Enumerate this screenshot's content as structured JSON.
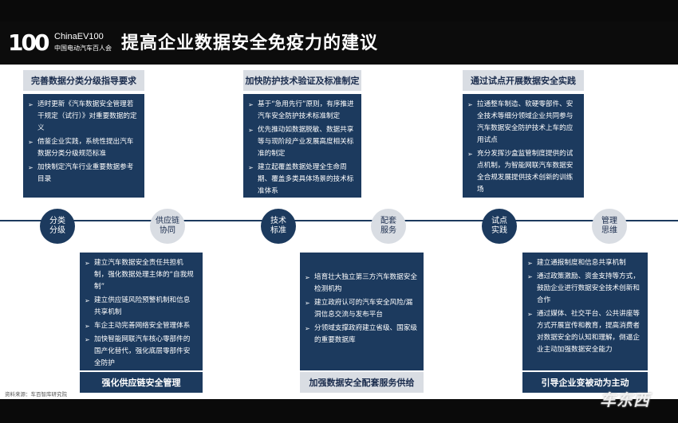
{
  "header": {
    "logo_number": "100",
    "logo_brand": "ChinaEV100",
    "logo_sub": "中国电动汽车百人会",
    "title": "提高企业数据安全免疫力的建议"
  },
  "top_sections": [
    {
      "heading": "完善数据分类分级指导要求",
      "items": [
        "适时更新《汽车数据安全管理若干规定（试行）》对重要数据的定义",
        "借鉴企业实践，系统性提出汽车数据分类分级规范标准",
        "加快制定汽车行业重要数据参考目录"
      ]
    },
    {
      "heading": "加快防护技术验证及标准制定",
      "items": [
        "基于“急用先行”原则，有序推进汽车安全防护技术标准制定",
        "优先推动如数据脱敏、数据共享等与现阶段产业发展高度相关标准的制定",
        "建立起覆盖数据处理全生命周期、覆盖多类具体场景的技术标准体系"
      ]
    },
    {
      "heading": "通过试点开展数据安全实践",
      "items": [
        "拉通整车制造、软硬零部件、安全技术等细分领域企业共同参与汽车数据安全防护技术上车的应用试点",
        "充分发挥沙盒监管制度提供的试点机制，为智能网联汽车数据安全合规发展提供技术创新的训练场"
      ]
    }
  ],
  "nodes": [
    "分类\n分级",
    "供应链\n协同",
    "技术\n标准",
    "配套\n服务",
    "试点\n实践",
    "管理\n思维"
  ],
  "bottom_sections": [
    {
      "footer": "强化供应链安全管理",
      "items": [
        "建立汽车数据安全责任共担机制，强化数据处理主体的“自我规制”",
        "建立供应链风险预警机制和信息共享机制",
        "车企主动完善网络安全管理体系",
        "加快智能网联汽车核心零部件的国产化替代，强化底层零部件安全防护"
      ]
    },
    {
      "footer": "加强数据安全配套服务供给",
      "items": [
        "培育壮大独立第三方汽车数据安全检测机构",
        "建立政府认可的汽车安全风险/漏洞信息交流与发布平台",
        "分领域支撑政府建立省级、国家级的重要数据库"
      ]
    },
    {
      "footer": "引导企业变被动为主动",
      "items": [
        "建立通报制度和信息共享机制",
        "通过政策激励、资金支持等方式，鼓励企业进行数据安全技术创新和合作",
        "通过媒体、社交平台、公共讲座等方式开展宣传和教育，提高消费者对数据安全的认知和理解，倒逼企业主动加强数据安全能力"
      ]
    }
  ],
  "source": "资料来源：车百智库研究院",
  "watermark": "车东西",
  "colors": {
    "dark_blue": "#1c3a5e",
    "light_gray": "#d9dde3"
  }
}
